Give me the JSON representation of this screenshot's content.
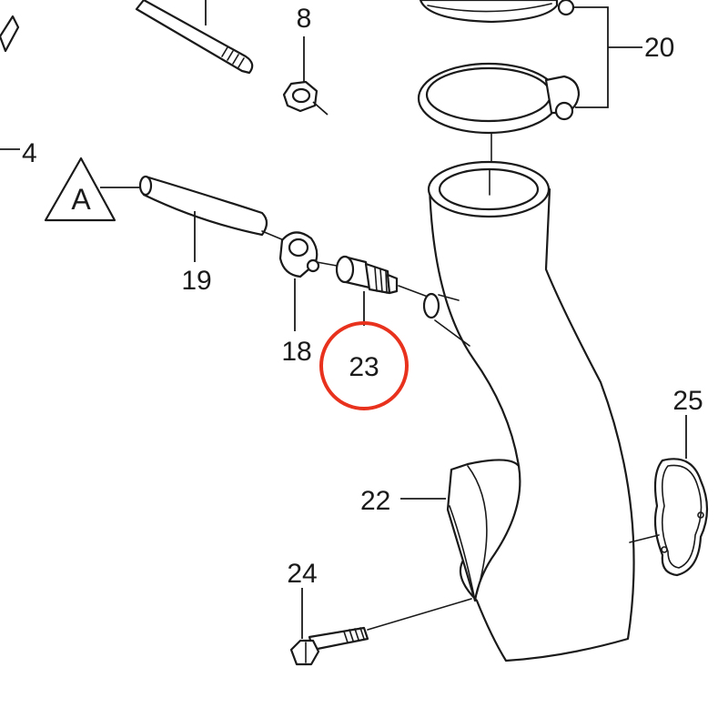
{
  "labels": {
    "p4": "4",
    "p8": "8",
    "p18": "18",
    "p19": "19",
    "p20": "20",
    "p22": "22",
    "p23": "23",
    "p24": "24",
    "p25": "25",
    "ref_a": "A"
  },
  "highlight": {
    "part": "23",
    "color": "#e8321e"
  },
  "colors": {
    "line": "#1a1a1a",
    "background": "#ffffff"
  }
}
